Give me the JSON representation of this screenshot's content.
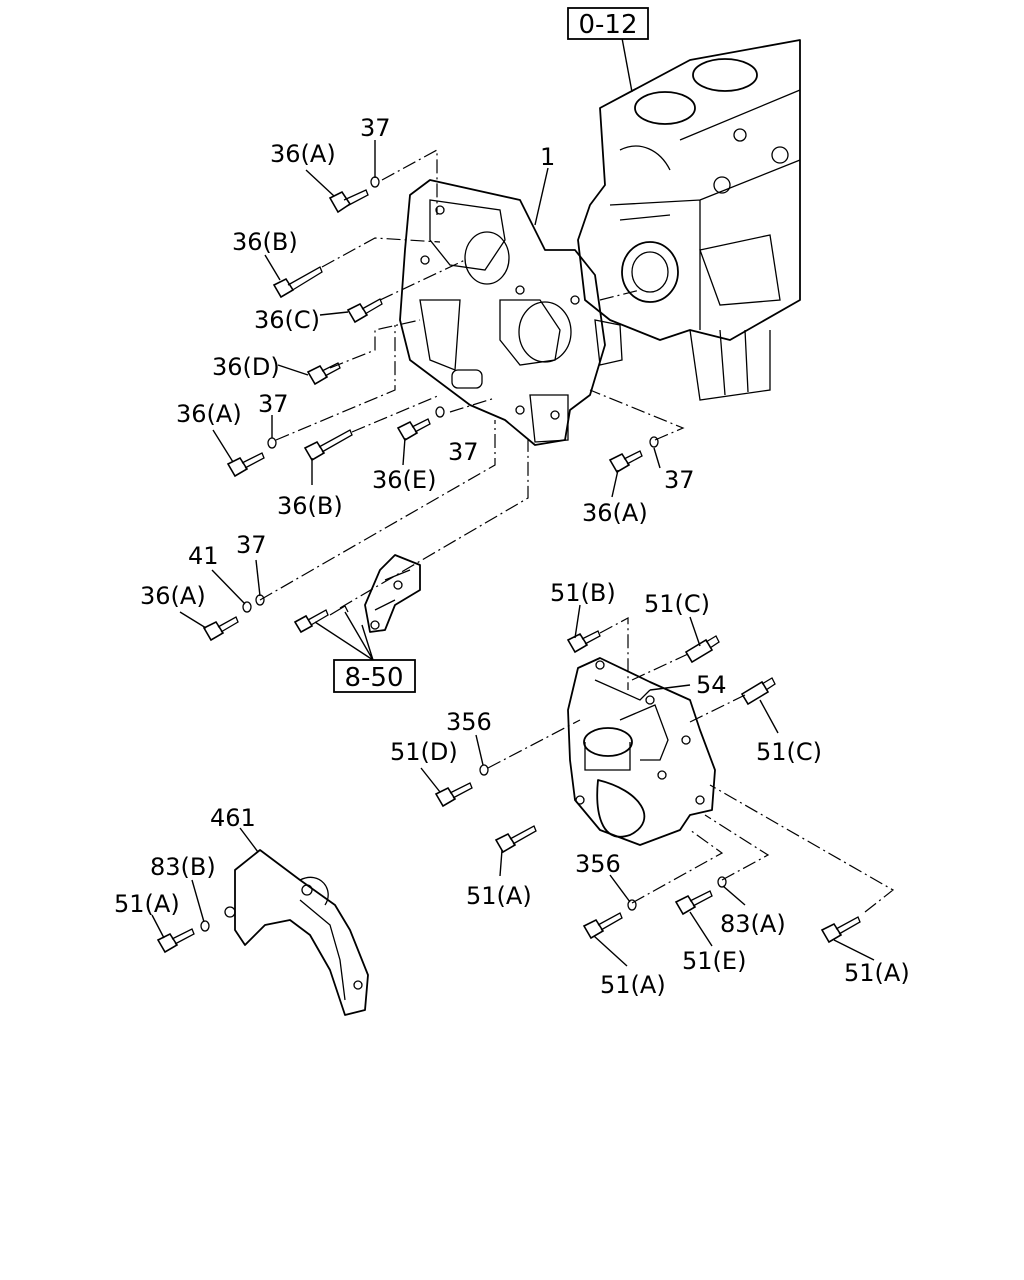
{
  "references": {
    "engine_block": "0-12",
    "bracket_group": "8-50"
  },
  "callouts": {
    "c1": "1",
    "c36a_1": "36(A)",
    "c37_1": "37",
    "c36b_1": "36(B)",
    "c36c": "36(C)",
    "c36d": "36(D)",
    "c36a_2": "36(A)",
    "c37_2": "37",
    "c36e": "36(E)",
    "c37_3": "37",
    "c36b_2": "36(B)",
    "c36a_3": "36(A)",
    "c37_4": "37",
    "c41": "41",
    "c37_5": "37",
    "c36a_4": "36(A)",
    "c51b": "51(B)",
    "c51c_1": "51(C)",
    "c54": "54",
    "c356_1": "356",
    "c51d": "51(D)",
    "c51c_2": "51(C)",
    "c461": "461",
    "c83b": "83(B)",
    "c51a_1": "51(A)",
    "c51a_2": "51(A)",
    "c356_2": "356",
    "c83a": "83(A)",
    "c51a_3": "51(A)",
    "c51e": "51(E)",
    "c51a_4": "51(A)"
  }
}
